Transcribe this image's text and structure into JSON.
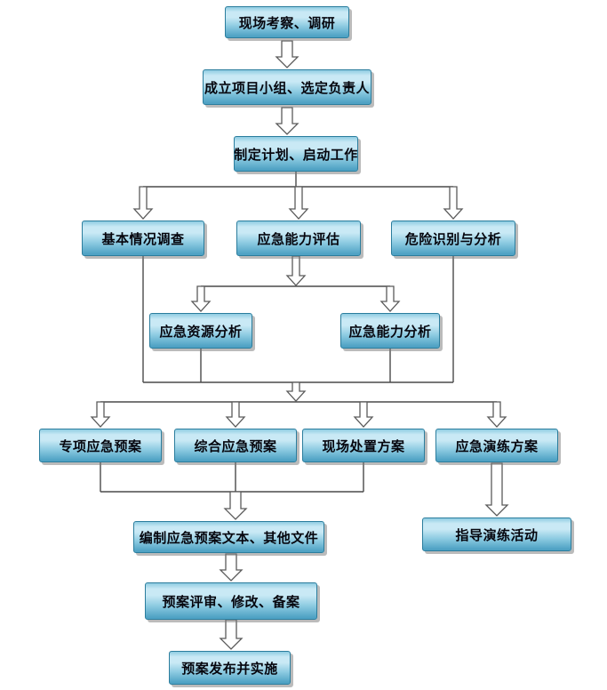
{
  "nodes": [
    {
      "id": "survey",
      "label": "现场考察、调研"
    },
    {
      "id": "team",
      "label": "成立项目小组、选定负责人"
    },
    {
      "id": "plan",
      "label": "制定计划、启动工作"
    },
    {
      "id": "basic-survey",
      "label": "基本情况调查"
    },
    {
      "id": "capability-eval",
      "label": "应急能力评估"
    },
    {
      "id": "hazard-id",
      "label": "危险识别与分析"
    },
    {
      "id": "resource-analysis",
      "label": "应急资源分析"
    },
    {
      "id": "capability-analysis",
      "label": "应急能力分析"
    },
    {
      "id": "special-plan",
      "label": "专项应急预案"
    },
    {
      "id": "comprehensive-plan",
      "label": "综合应急预案"
    },
    {
      "id": "onsite-plan",
      "label": "现场处置方案"
    },
    {
      "id": "drill-plan",
      "label": "应急演练方案"
    },
    {
      "id": "compile-docs",
      "label": "编制应急预案文本、其他文件"
    },
    {
      "id": "guide-drill",
      "label": "指导演练活动"
    },
    {
      "id": "review",
      "label": "预案评审、修改、备案"
    },
    {
      "id": "publish",
      "label": "预案发布并实施"
    }
  ],
  "edges": [
    {
      "from": [
        "survey"
      ],
      "to": [
        "team"
      ]
    },
    {
      "from": [
        "team"
      ],
      "to": [
        "plan"
      ]
    },
    {
      "from": [
        "plan"
      ],
      "to": [
        "basic-survey",
        "capability-eval",
        "hazard-id"
      ]
    },
    {
      "from": [
        "capability-eval"
      ],
      "to": [
        "resource-analysis",
        "capability-analysis"
      ]
    },
    {
      "from": [
        "basic-survey",
        "resource-analysis",
        "capability-analysis",
        "hazard-id"
      ],
      "to": [
        "special-plan",
        "comprehensive-plan",
        "onsite-plan",
        "drill-plan"
      ]
    },
    {
      "from": [
        "special-plan",
        "comprehensive-plan",
        "onsite-plan"
      ],
      "to": [
        "compile-docs"
      ]
    },
    {
      "from": [
        "drill-plan"
      ],
      "to": [
        "guide-drill"
      ]
    },
    {
      "from": [
        "compile-docs"
      ],
      "to": [
        "review"
      ]
    },
    {
      "from": [
        "review"
      ],
      "to": [
        "publish"
      ]
    }
  ],
  "colors": {
    "node_fill_light": "#c9e9f5",
    "node_fill_mid": "#8fcce2",
    "node_fill_dark": "#4fa2c4",
    "node_border": "#2b7d9d",
    "node_text": "#06060e",
    "connector": "#4a4a4a",
    "arrow_fill": "#ffffff",
    "background": "#ffffff"
  }
}
